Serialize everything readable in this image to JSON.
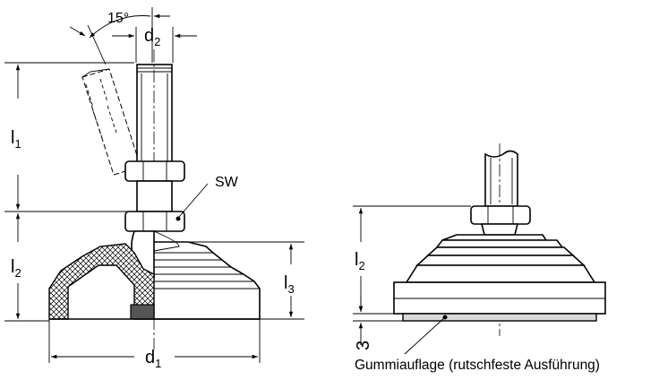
{
  "left_view": {
    "angle_label": "15°",
    "d2": {
      "base": "d",
      "sub": "2"
    },
    "l1": {
      "base": "l",
      "sub": "1"
    },
    "l2": {
      "base": "l",
      "sub": "2"
    },
    "l3": {
      "base": "l",
      "sub": "3"
    },
    "d1": {
      "base": "d",
      "sub": "1"
    },
    "sw_label": "SW"
  },
  "right_view": {
    "l2": {
      "base": "l",
      "sub": "2"
    },
    "rubber_thickness": "3",
    "caption": "Gummiauflage (rutschfeste Ausführung)"
  }
}
